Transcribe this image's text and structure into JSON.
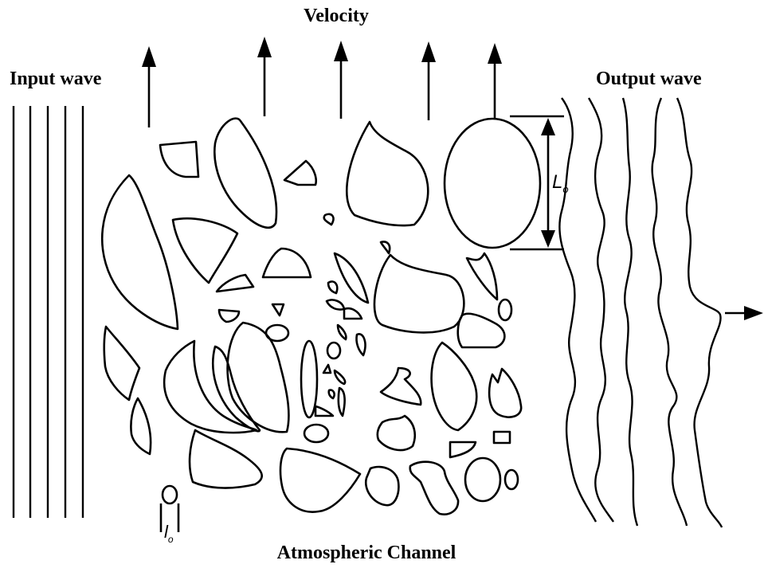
{
  "labels": {
    "velocity": "Velocity",
    "input_wave": "Input wave",
    "output_wave": "Output wave",
    "channel": "Atmospheric Channel",
    "outer_scale_main": "L",
    "outer_scale_sub": "o",
    "inner_scale_main": "l",
    "inner_scale_sub": "o"
  },
  "colors": {
    "ink": "#000000",
    "background": "#ffffff"
  }
}
